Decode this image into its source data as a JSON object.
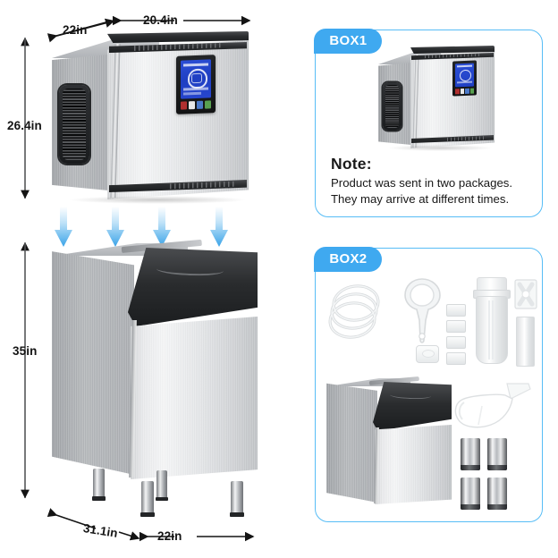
{
  "image": {
    "type": "product-dimension-and-packaging-infographic",
    "product": "Commercial ice maker with ice storage bin",
    "background_color": "#ffffff",
    "accent_color": "#3fa9f0",
    "border_color": "#57bdf6",
    "text_color": "#141414",
    "units": "inches"
  },
  "left_diagram": {
    "name": "assembly-dimension-diagram",
    "ice_maker": {
      "label": "ice-maker-head-unit",
      "dimensions": {
        "height": "26.4in",
        "width": "20.4in",
        "depth": "22in"
      },
      "parts": {
        "control_panel": "blue LCD display with four buttons",
        "side_vent": "black louvered air grille",
        "top_vent": "black louvered strip",
        "bottom_vent": "black louvered strip"
      }
    },
    "ice_bin": {
      "label": "ice-storage-bin",
      "dimensions": {
        "height": "35in",
        "width": "22in",
        "depth": "31.1in"
      },
      "parts": {
        "lid": "black sloped hinged lid",
        "legs": "four chrome adjustable legs"
      }
    },
    "assembly_arrows": {
      "label": "stacking-direction-arrows",
      "count": 4,
      "direction": "down",
      "color": "#4fb3f0"
    },
    "dimension_labels": [
      {
        "id": "depth-top",
        "text": "22in",
        "orientation": "diagonal"
      },
      {
        "id": "width-top",
        "text": "20.4in",
        "orientation": "horizontal"
      },
      {
        "id": "height-top",
        "text": "26.4in",
        "orientation": "vertical"
      },
      {
        "id": "height-bottom",
        "text": "35in",
        "orientation": "vertical"
      },
      {
        "id": "depth-bottom",
        "text": "31.1in",
        "orientation": "diagonal"
      },
      {
        "id": "width-bottom",
        "text": "22in",
        "orientation": "horizontal"
      }
    ]
  },
  "box1": {
    "tab_label": "BOX1",
    "contents": [
      "ice maker head unit"
    ],
    "note_title": "Note:",
    "note_text": "Product was sent in two packages. They may arrive at different times."
  },
  "box2": {
    "tab_label": "BOX2",
    "contents": [
      {
        "name": "water-hose-coils",
        "qty": 2
      },
      {
        "name": "filter-wrench",
        "qty": 1
      },
      {
        "name": "hose-connectors",
        "qty": 4
      },
      {
        "name": "sealing-tape",
        "qty": 1
      },
      {
        "name": "water-filter-housing",
        "qty": 1
      },
      {
        "name": "mounting-bracket",
        "qty": 1
      },
      {
        "name": "filter-cartridge",
        "qty": 1
      },
      {
        "name": "ice-storage-bin",
        "qty": 1
      },
      {
        "name": "ice-scoop",
        "qty": 1
      },
      {
        "name": "adjustable-legs",
        "qty": 4
      }
    ]
  }
}
